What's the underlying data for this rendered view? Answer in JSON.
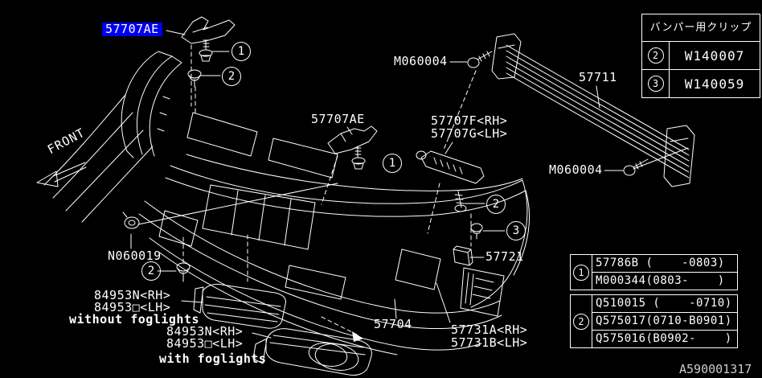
{
  "window": {
    "background": "#000000",
    "line_color": "#ffffff",
    "highlight_color": "#0000f0"
  },
  "labels": {
    "part_57707ae_selected": "57707AE",
    "m060004_top": "M060004",
    "p57711": "57711",
    "p57707ae_2": "57707AE",
    "p57707f": "57707F<RH>",
    "p57707g": "57707G<LH>",
    "m060004_right": "M060004",
    "n060019": "N060019",
    "p57721": "57721",
    "p57704": "57704",
    "p57731a": "57731A<RH>",
    "p57731b": "57731B<LH>",
    "p84953n_1": "84953N<RH>",
    "p84953o_1": "84953□<LH>",
    "without_foglights": "without foglights",
    "p84953n_2": "84953N<RH>",
    "p84953o_2": "84953□<LH>",
    "with_foglights": "with foglights",
    "front": "FRONT",
    "drawing_code": "A590001317"
  },
  "callouts": {
    "c1a": "1",
    "c2a": "2",
    "c1b": "1",
    "c2b": "2",
    "c3b": "3",
    "c2c": "2"
  },
  "clip_table": {
    "title": "バンパー用クリップ",
    "rows": [
      {
        "ref": "2",
        "part": "W140007"
      },
      {
        "ref": "3",
        "part": "W140059"
      }
    ]
  },
  "ref_tables": [
    {
      "ref": "1",
      "rows": [
        "57786B (    -0803)",
        "M000344(0803-    )"
      ]
    },
    {
      "ref": "2",
      "rows": [
        "Q510015 (    -0710)",
        "Q575017(0710-B0901)",
        "Q575016(B0902-    )"
      ]
    }
  ]
}
